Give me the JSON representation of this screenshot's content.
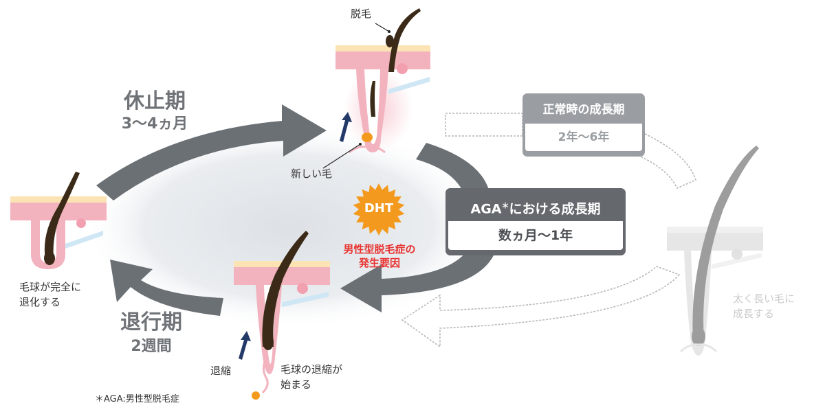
{
  "labels": {
    "shedding": "脱毛",
    "new_hair": "新しい毛",
    "bulb_regressed": "毛球が完全に\n退化する",
    "shrinking": "退縮",
    "bulb_shrink": "毛球の退縮が\n始まる",
    "grow_thick": "太く長い毛に\n成長する",
    "footnote": "＊AGA:男性型脱毛症"
  },
  "phases": {
    "rest_title": "休止期",
    "rest_duration": "3〜4ヵ月",
    "regress_title": "退行期",
    "regress_duration": "2週間"
  },
  "dht": {
    "badge": "DHT",
    "cause": "男性型脱毛症の\n発生要因"
  },
  "normal_growth": {
    "title": "正常時の成長期",
    "duration": "2年〜6年"
  },
  "aga_growth": {
    "title_prefix": "AGA",
    "title_mark": "＊",
    "title_suffix": "における成長期",
    "duration": "数ヵ月〜1年"
  },
  "colors": {
    "arrow_gray": "#6b7075",
    "skin_pink": "#f2b3be",
    "skin_top": "#fbe3b4",
    "hair_brown": "#3a2a17",
    "dht_orange": "#f39a1e",
    "cause_red": "#e8322f",
    "box_dark": "#65696e",
    "box_light": "#9a9ea2",
    "faded": "#c9cacb"
  }
}
